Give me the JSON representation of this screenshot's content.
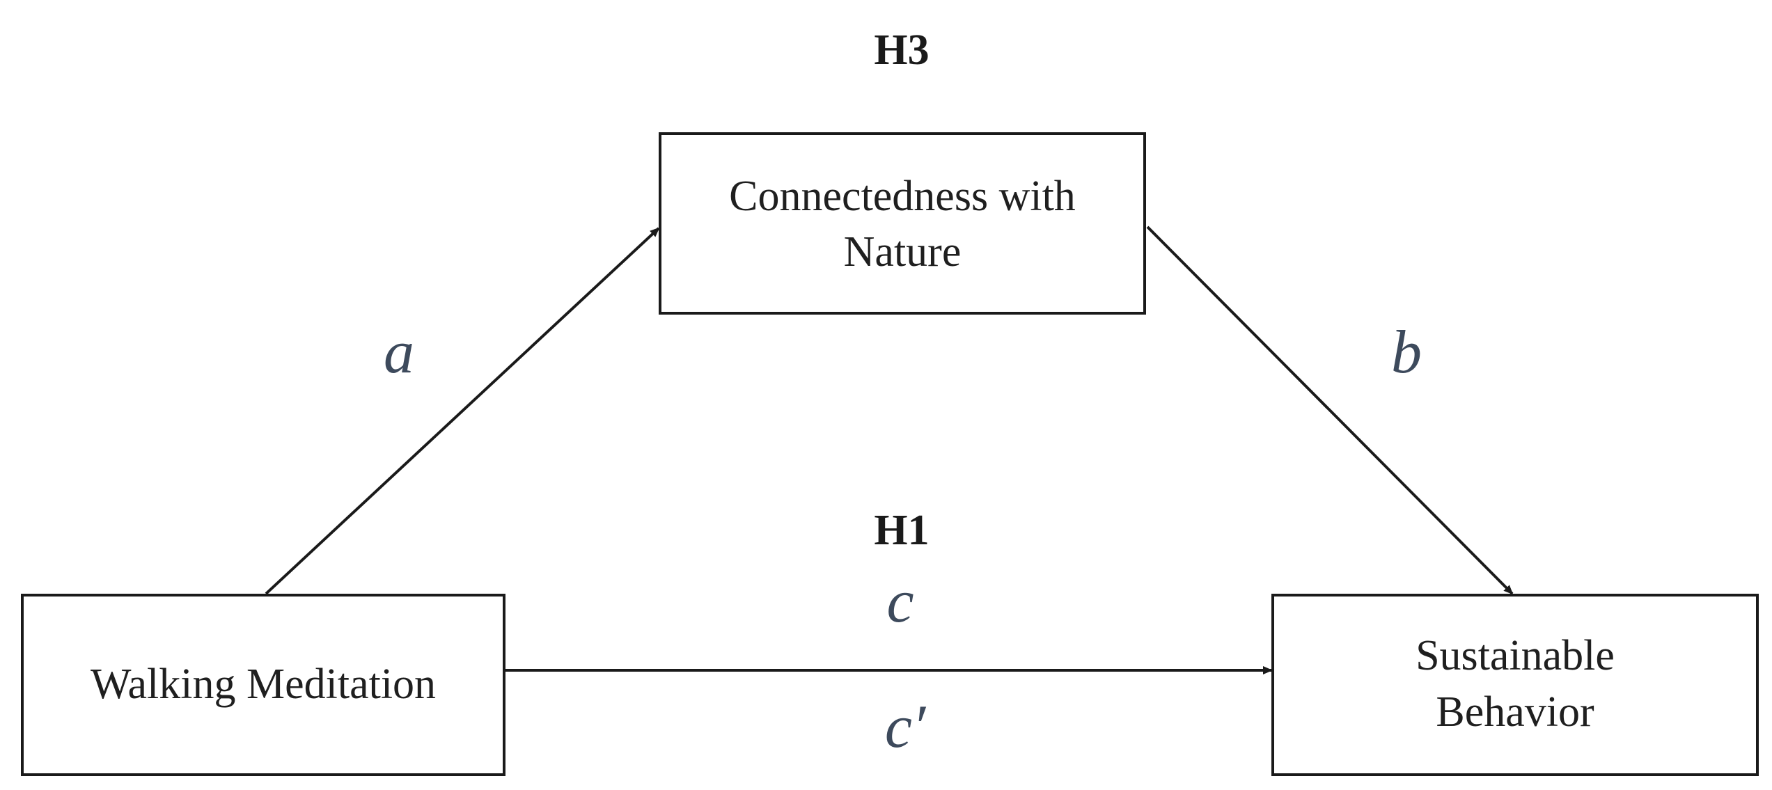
{
  "hypotheses": {
    "indirect": "H3",
    "direct": "H1"
  },
  "nodes": {
    "mediator": {
      "line1": "Connectedness with",
      "line2": "Nature"
    },
    "predictor": {
      "label": "Walking Meditation"
    },
    "outcome": {
      "line1": "Sustainable",
      "line2": "Behavior"
    }
  },
  "paths": {
    "a": "a",
    "b": "b",
    "c": "c",
    "c_prime": "c′"
  },
  "colors": {
    "line": "#1a1a1a",
    "path_label": "#3d4a5c",
    "background": "#ffffff"
  }
}
